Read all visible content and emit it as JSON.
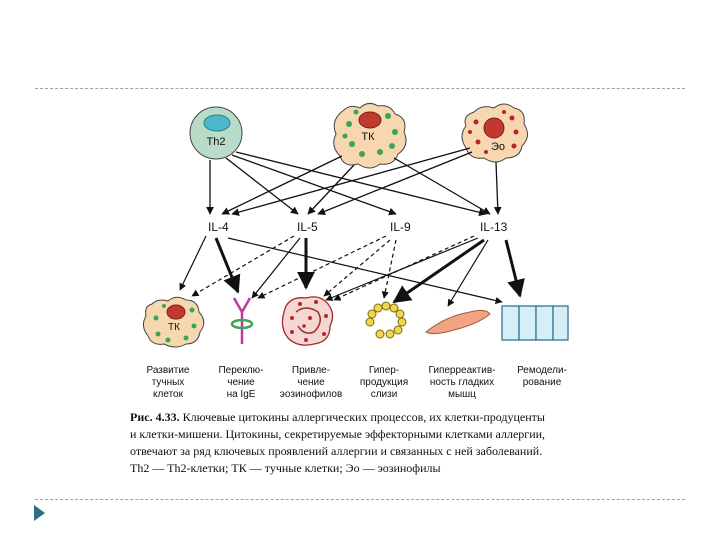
{
  "cells": {
    "th2": "Th2",
    "tk": "ТК",
    "eo": "Эо",
    "tk_target": "ТК"
  },
  "cytokines": {
    "il4": "IL-4",
    "il5": "IL-5",
    "il9": "IL-9",
    "il13": "IL-13"
  },
  "outcomes": [
    [
      "Развитие",
      "тучных",
      "клеток"
    ],
    [
      "Переклю-",
      "чение",
      "на IgE"
    ],
    [
      "Привле-",
      "чение",
      "эозинофилов"
    ],
    [
      "Гипер-",
      "продукция",
      "слизи"
    ],
    [
      "Гиперреактив-",
      "ность гладких",
      "мышц"
    ],
    [
      "Ремодели-",
      "рование"
    ]
  ],
  "caption": {
    "lead": "Рис. 4.33.",
    "line1": " Ключевые цитокины аллергических процессов, их клетки-продуценты",
    "line2": "и клетки-мишени. Цитокины, секретируемые эффекторными клетками аллергии,",
    "line3": "отвечают за ряд ключевых проявлений аллергии и связанных с ней заболеваний.",
    "line4": "Th2 — Th2-клетки; ТК — тучные клетки; Эо — эозинофилы"
  },
  "colors": {
    "cell_fill": "#f6d7b0",
    "nucleus": "#c0392b",
    "granule": "#3aa655",
    "th2_fill": "#b9dcc8",
    "th2_nucleus": "#4ab8c8",
    "eosinophil_granule": "#b8232a",
    "switch_magenta": "#c03a9a",
    "switch_green": "#3aa655",
    "mucus_yellow": "#f1d54a",
    "smooth_muscle": "#f2a384",
    "remodel_blue": "#d6eef7",
    "nav_arrow": "#2d6f82"
  }
}
